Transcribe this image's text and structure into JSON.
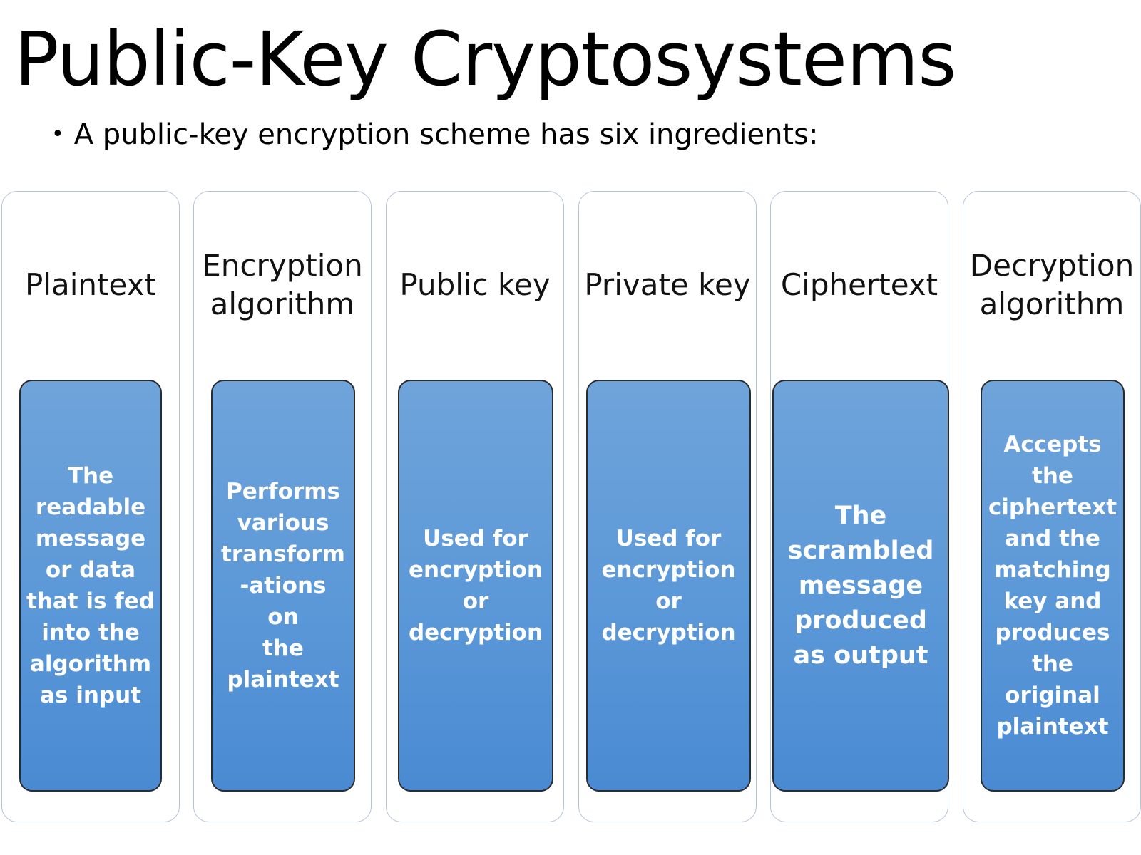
{
  "slide": {
    "title": "Public-Key Cryptosystems",
    "bullet": "A public-key encryption scheme has six ingredients:"
  },
  "ingredients": [
    {
      "name": "Plaintext",
      "description": "The\nreadable\nmessage\nor data\nthat is fed\ninto the\nalgorithm\nas input"
    },
    {
      "name": "Encryption\nalgorithm",
      "description": "Performs\nvarious\ntransform\n-ations\non\nthe\nplaintext"
    },
    {
      "name": "Public key",
      "description": "Used for\nencryption\nor\ndecryption"
    },
    {
      "name": "Private key",
      "description": "Used for\nencryption\nor\ndecryption"
    },
    {
      "name": "Ciphertext",
      "description": "The\nscrambled\nmessage\nproduced\nas output"
    },
    {
      "name": "Decryption\nalgorithm",
      "description": "Accepts\nthe\nciphertext\nand the\nmatching\nkey and\nproduces\nthe\noriginal\nplaintext"
    }
  ]
}
